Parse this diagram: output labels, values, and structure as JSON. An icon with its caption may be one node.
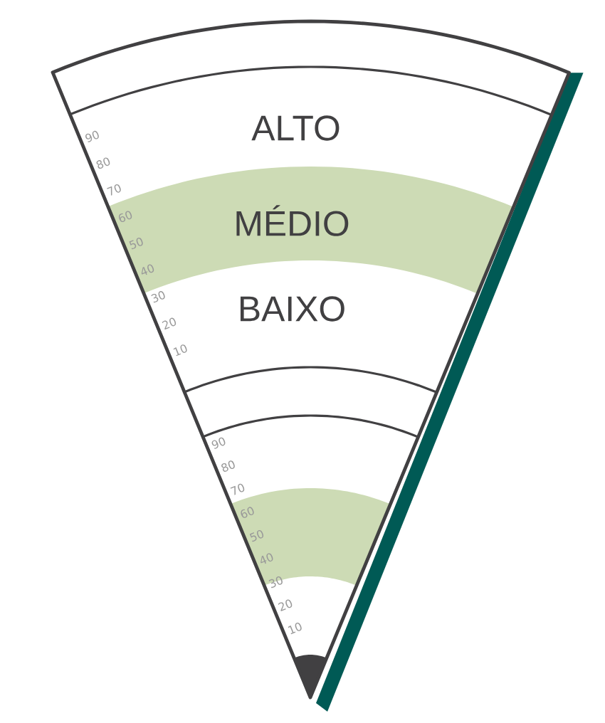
{
  "diagram": {
    "labels": [
      "ALTO",
      "MÉDIO",
      "BAIXO",
      "90",
      "80",
      "70",
      "60",
      "50",
      "40",
      "30",
      "20",
      "10",
      "90",
      "80",
      "70",
      "60",
      "50",
      "40",
      "30",
      "20",
      "10"
    ]
  }
}
